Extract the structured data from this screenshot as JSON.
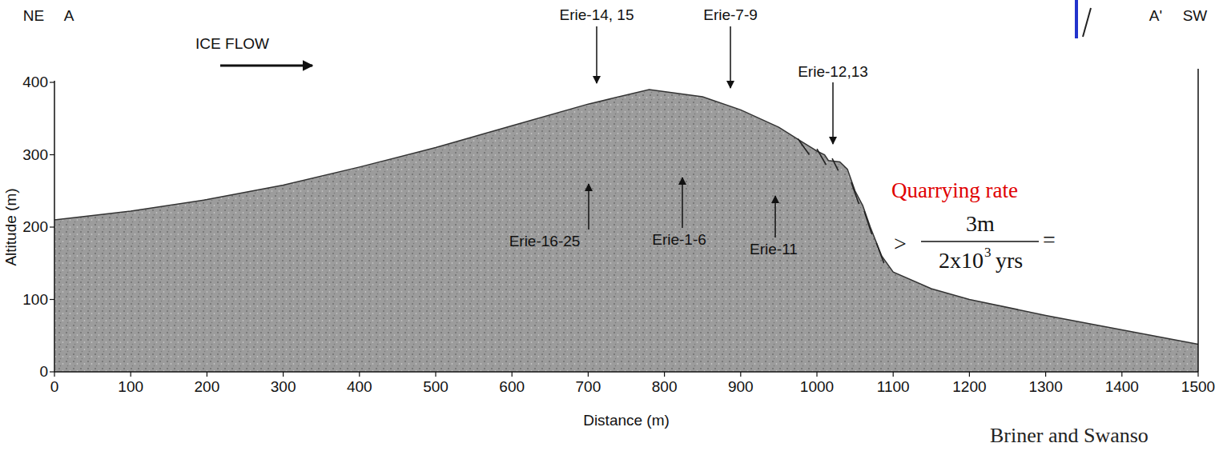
{
  "diagram": {
    "labels": [
      "NE",
      "A",
      "ICE FLOW",
      "Erie-14, 15",
      "Erie-7-9",
      "Erie-12,13",
      "A'",
      "SW",
      "Erie-16-25",
      "Erie-1-6",
      "Erie-11",
      "Quarrying rate",
      ">",
      "3m",
      "2x10",
      "3",
      "yrs",
      "=",
      "400",
      "300",
      "200",
      "100",
      "0",
      "Altitude (m)",
      "0",
      "100",
      "200",
      "300",
      "400",
      "500",
      "600",
      "700",
      "800",
      "900",
      "1000",
      "1100",
      "1200",
      "1300",
      "1400",
      "1500",
      "Distance (m)",
      "Briner and Swanso"
    ]
  }
}
